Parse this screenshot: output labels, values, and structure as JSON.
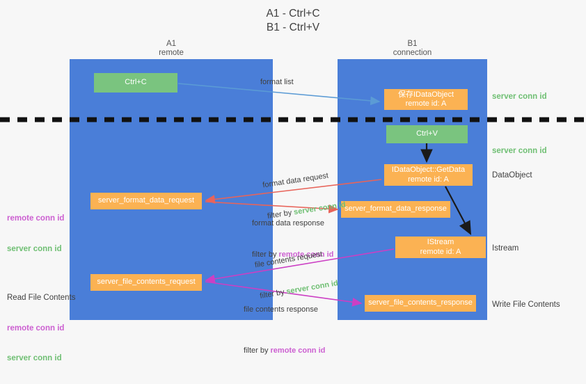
{
  "title": "A1 - Ctrl+C\nB1 - Ctrl+V",
  "lanes": [
    {
      "name": "A1",
      "sub": "remote",
      "header": "A1\nremote"
    },
    {
      "name": "B1",
      "sub": "connection",
      "header": "B1\nconnection"
    }
  ],
  "nodes": {
    "ctrl_c": "Ctrl+C",
    "save_idataobject": "保存IDataObject\nremote id: A",
    "ctrl_v": "Ctrl+V",
    "getdata": "IDataObject::GetData\nremote id: A",
    "istream": "IStream\nremote id: A",
    "server_format_data_request": "server_format_data_request",
    "server_format_data_response": "server_format_data_response",
    "server_file_contents_request": "server_file_contents_request",
    "server_file_contents_response": "server_file_contents_response"
  },
  "edge_labels": {
    "format_list": "format list",
    "format_data_request": "format data request",
    "format_data_request_filter_prefix": "filter by ",
    "format_data_request_filter_value": "server conn id",
    "format_data_response": "format data response",
    "format_data_response_filter_prefix": "filter by ",
    "format_data_response_filter_value": "remote conn id",
    "file_contents_request": "file contents request",
    "file_contents_request_filter_prefix": "filter by ",
    "file_contents_request_filter_value": "server conn id",
    "file_contents_response": "file contents response",
    "file_contents_response_filter_prefix": "filter by ",
    "file_contents_response_filter_value": "remote conn id"
  },
  "right_labels": {
    "server_conn_id_top": "server conn id",
    "server_conn_id_mid": "server conn id",
    "dataobject": "DataObject",
    "istream": "Istream",
    "write_file_contents": "Write File Contents"
  },
  "left_labels": {
    "remote_conn_id_1": "remote conn id",
    "server_conn_id_1": "server conn id",
    "read_file_contents": "Read File Contents",
    "remote_conn_id_2": "remote conn id",
    "server_conn_id_2": "server conn id"
  },
  "colors": {
    "lane": "#4a7ed8",
    "green_node": "#7ac47f",
    "orange_node": "#fbb253",
    "background": "#f7f7f7",
    "remote_conn_id": "#cc5fd1",
    "server_conn_id": "#6fbf73",
    "arrow_blue": "#5b9bd5",
    "arrow_red": "#e8645a",
    "arrow_magenta": "#cc3fc4",
    "arrow_black": "#1a1a1a",
    "divider": "#111111"
  }
}
